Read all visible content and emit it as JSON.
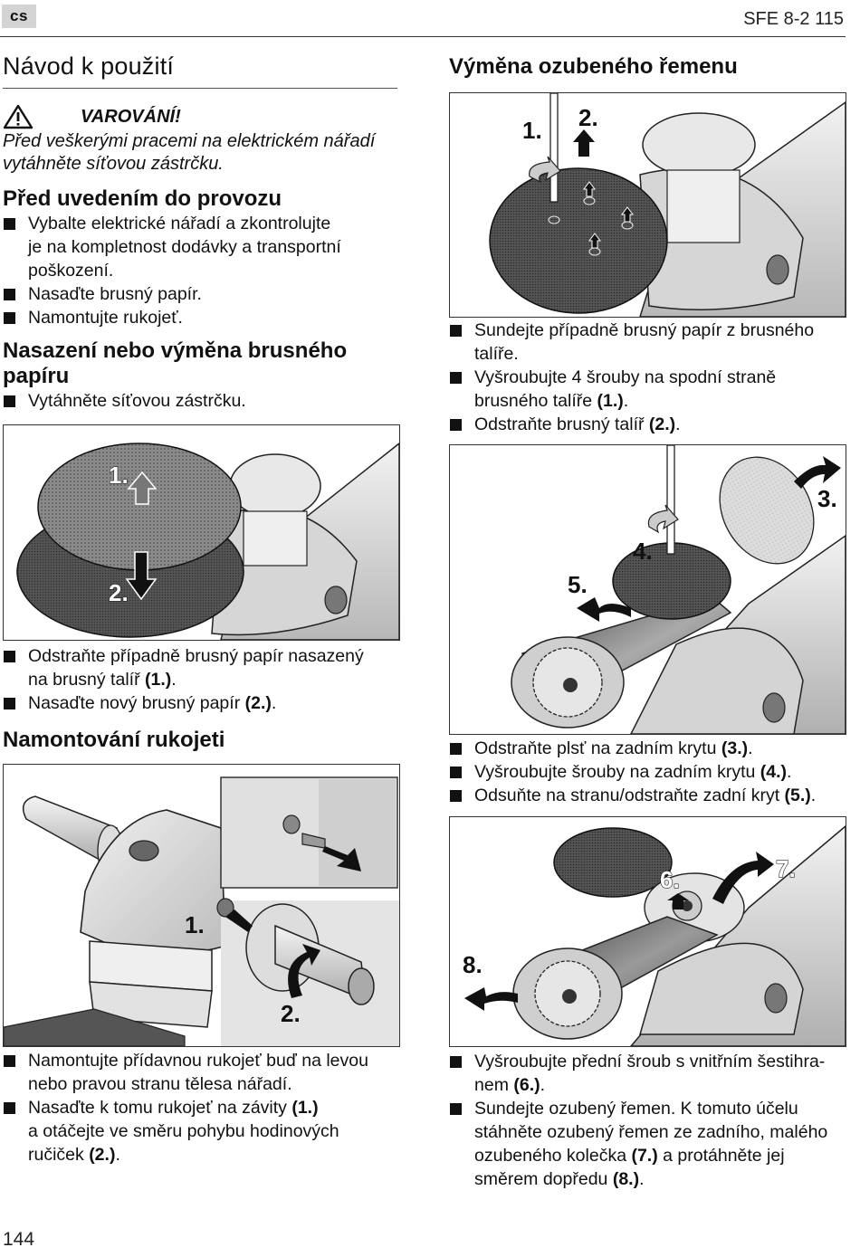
{
  "header": {
    "language_tag": "cs",
    "model": "SFE 8-2 115"
  },
  "left": {
    "title": "Návod k použití",
    "warning": {
      "icon": "warning-triangle-icon",
      "label": "VAROVÁNÍ!",
      "text_line1": "Před veškerými pracemi na elektrickém nářadí",
      "text_line2": "vytáhněte síťovou zástrčku."
    },
    "section1": {
      "heading": "Před uvedením do provozu",
      "items": [
        {
          "line1": "Vybalte elektrické nářadí a zkontrolujte",
          "line2": "je na kompletnost dodávky a transportní",
          "line3": "poškození."
        },
        {
          "text": "Nasaďte brusný papír."
        },
        {
          "text": "Namontujte rukojeť."
        }
      ]
    },
    "section2": {
      "heading_line1": "Nasazení nebo výměna brusného",
      "heading_line2": "papíru",
      "items_before": [
        {
          "text": "Vytáhněte síťovou zástrčku."
        }
      ],
      "figure": {
        "labels": [
          "1.",
          "2."
        ]
      },
      "items_after": [
        {
          "line1": "Odstraňte případně brusný papír nasazený",
          "line2_pre": "na brusný talíř ",
          "ref": "(1.)",
          "post": "."
        },
        {
          "pre": "Nasaďte nový brusný papír ",
          "ref": "(2.)",
          "post": "."
        }
      ]
    },
    "section3": {
      "heading": "Namontování rukojeti",
      "figure": {
        "labels": [
          "1.",
          "2."
        ]
      },
      "items": [
        {
          "line1": "Namontujte přídavnou rukojeť buď na levou",
          "line2": "nebo pravou stranu tělesa nářadí."
        },
        {
          "line1_pre": "Nasaďte k tomu rukojeť na závity ",
          "line1_ref": "(1.)",
          "line2": "a otáčejte ve směru pohybu hodinových",
          "line3_pre": "ručiček ",
          "line3_ref": "(2.)",
          "line3_post": "."
        }
      ]
    }
  },
  "right": {
    "heading": "Výměna ozubeného řemenu",
    "figure1": {
      "labels": [
        "1.",
        "2."
      ]
    },
    "items1": [
      {
        "line1": "Sundejte případně brusný papír z brusného",
        "line2": "talíře."
      },
      {
        "line1": "Vyšroubujte 4 šrouby na spodní straně",
        "line2_pre": "brusného talíře ",
        "ref": "(1.)",
        "post": "."
      },
      {
        "pre": "Odstraňte brusný talíř ",
        "ref": "(2.)",
        "post": "."
      }
    ],
    "figure2": {
      "labels": [
        "3.",
        "4.",
        "5."
      ]
    },
    "items2": [
      {
        "pre": "Odstraňte plsť na zadním krytu ",
        "ref": "(3.)",
        "post": "."
      },
      {
        "pre": "Vyšroubujte šrouby na zadním krytu ",
        "ref": "(4.)",
        "post": "."
      },
      {
        "pre": "Odsuňte na stranu/odstraňte zadní kryt ",
        "ref": "(5.)",
        "post": "."
      }
    ],
    "figure3": {
      "labels": [
        "6.",
        "7.",
        "8."
      ]
    },
    "items3": [
      {
        "line1": "Vyšroubujte přední šroub s vnitřním šestihra-",
        "line2_pre": "nem ",
        "ref": "(6.)",
        "post": "."
      },
      {
        "line1": "Sundejte ozubený řemen. K tomuto účelu",
        "line2": "stáhněte ozubený řemen ze zadního, malého",
        "line3_pre": "ozubeného kolečka ",
        "line3_ref": "(7.)",
        "line3_post": " a protáhněte jej",
        "line4_pre": "směrem dopředu ",
        "line4_ref": "(8.)",
        "line4_post": "."
      }
    ]
  },
  "footer": {
    "page_number": "144"
  }
}
